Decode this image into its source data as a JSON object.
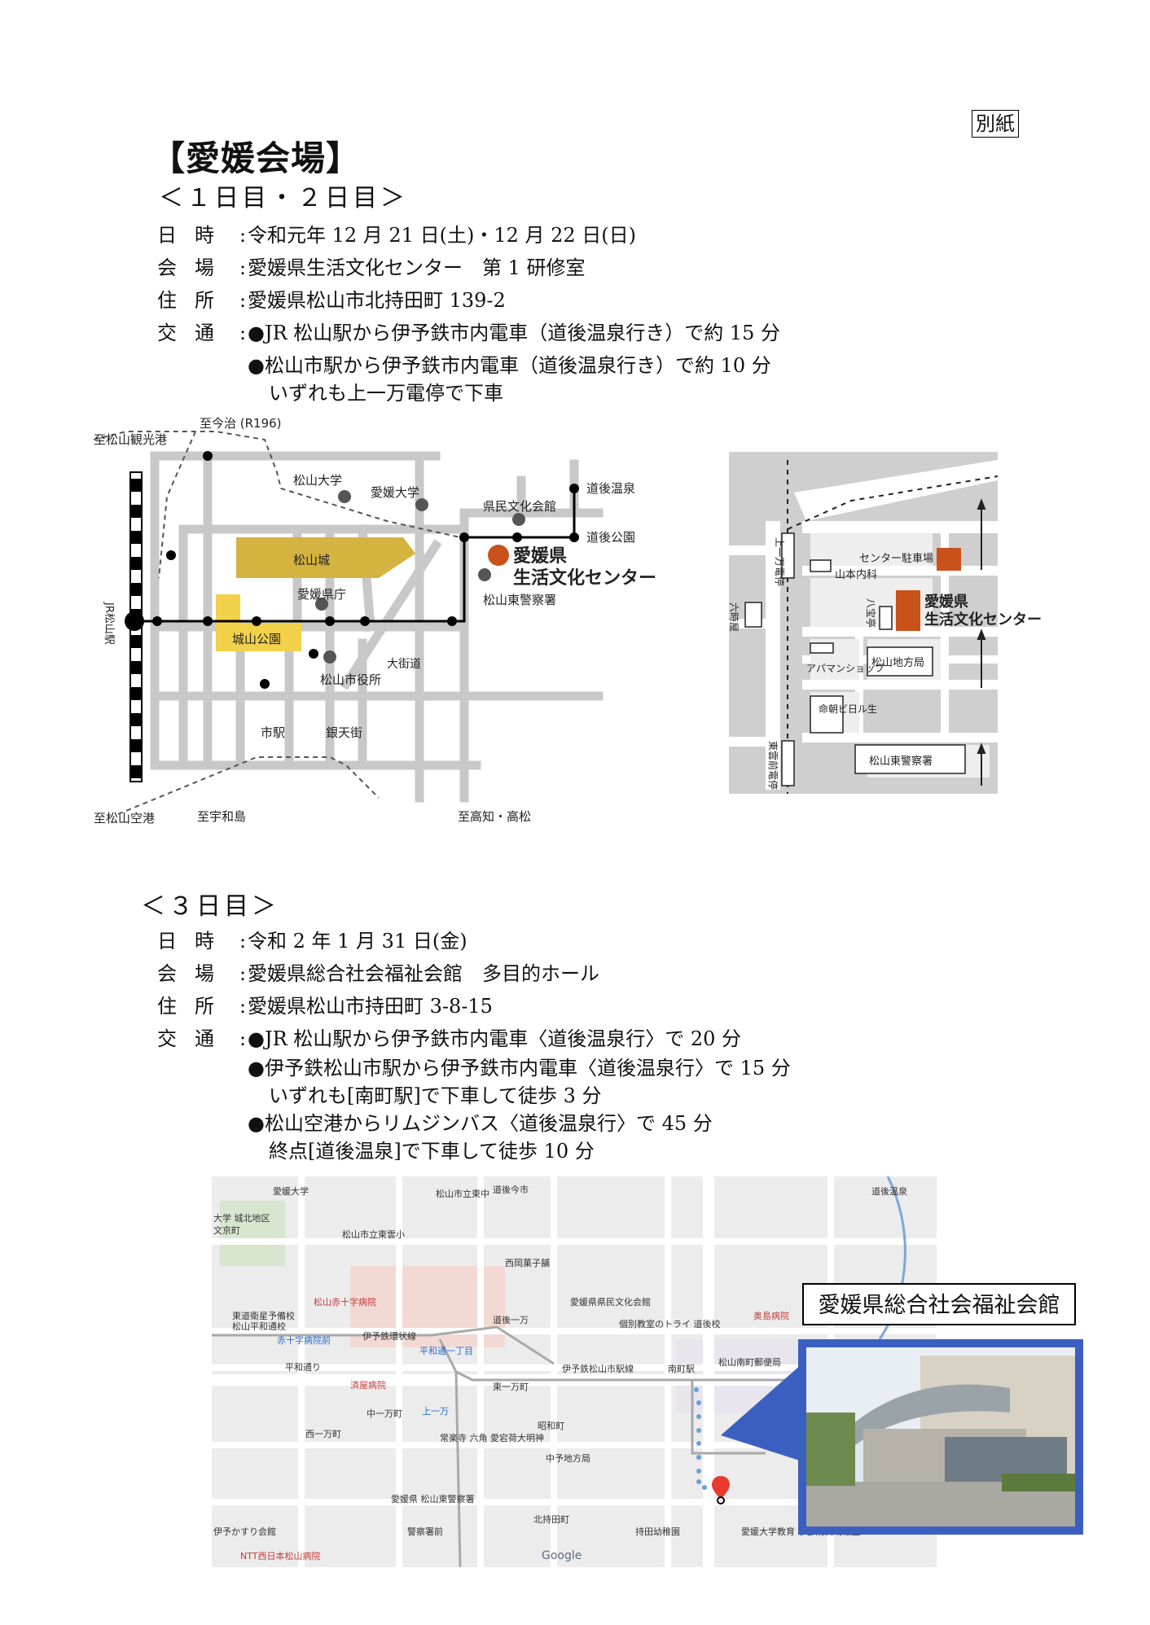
{
  "badge": "別紙",
  "venue_title": "【愛媛会場】",
  "day12": {
    "heading": "＜１日目・２日目＞",
    "rows": [
      {
        "label": "日時",
        "text": "令和元年 12 月 21 日(土)・12 月 22 日(日)"
      },
      {
        "label": "会場",
        "text": "愛媛県生活文化センター　第 1 研修室"
      },
      {
        "label": "住所",
        "text": "愛媛県松山市北持田町 139-2"
      },
      {
        "label": "交通",
        "text": "●JR 松山駅から伊予鉄市内電車（道後温泉行き）で約 15 分"
      }
    ],
    "extra_lines": [
      "●松山市駅から伊予鉄市内電車（道後温泉行き）で約 10 分",
      "いずれも上一万電停で下車"
    ]
  },
  "map1": {
    "to_kanko": "至松山観光港",
    "to_imabari": "至今治 (R196)",
    "to_airport": "至松山空港",
    "to_uwajima": "至宇和島",
    "to_kochi": "至高知・高松",
    "jr_station": "JR松山駅",
    "matsuyama_univ": "松山大学",
    "ehime_univ": "愛媛大学",
    "kenmin": "県民文化会館",
    "dogo_onsen": "道後温泉",
    "dogo_park": "道後公園",
    "castle": "松山城",
    "pref_office": "愛媛県庁",
    "castle_park": "城山公園",
    "city_hall": "松山市役所",
    "okaido": "大街道",
    "shieki": "市駅",
    "gintengai": "銀天街",
    "center_line1": "愛媛県",
    "center_line2": "生活文化センター",
    "police": "松山東警察署"
  },
  "map2": {
    "kamiichiman": "上一万電停",
    "rokujiya": "六時屋",
    "parking": "センター駐車場",
    "yamamoto": "山本内科",
    "hachihoutei": "八宝亭",
    "center_line1": "愛媛県",
    "center_line2": "生活文化センター",
    "apaman": "アパマンショップ",
    "chihoukyoku": "松山地方局",
    "meiji": "命朝ビ日ル生",
    "police": "松山東警察署",
    "higashiun": "東雲前電停"
  },
  "day3": {
    "heading": "＜３日目＞",
    "rows": [
      {
        "label": "日時",
        "text": "令和 2 年 1 月 31 日(金)"
      },
      {
        "label": "会場",
        "text": "愛媛県総合社会福祉会館　多目的ホール"
      },
      {
        "label": "住所",
        "text": "愛媛県松山市持田町 3-8-15"
      },
      {
        "label": "交通",
        "text": "●JR 松山駅から伊予鉄市内電車〈道後温泉行〉で 20 分"
      }
    ],
    "extra_lines": [
      "●伊予鉄松山市駅から伊予鉄市内電車〈道後温泉行〉で 15 分",
      "いずれも[南町駅]で下車して徒歩 3 分",
      "●松山空港からリムジンバス〈道後温泉行〉で 45 分",
      "終点[道後温泉]で下車して徒歩 10 分"
    ]
  },
  "gmap": {
    "labels": [
      {
        "t": "愛媛大学"
      },
      {
        "t": "松山市立東中"
      },
      {
        "t": "道後今市"
      },
      {
        "t": "道後温泉"
      },
      {
        "t": "大学 城北地区"
      },
      {
        "t": "文京町"
      },
      {
        "t": "松山市立東雲小"
      },
      {
        "t": "西岡菓子舗"
      },
      {
        "t": "松山赤十字病院"
      },
      {
        "t": "愛媛県県民文化会館"
      },
      {
        "t": "東道衛星予備校"
      },
      {
        "t": "松山平和通校"
      },
      {
        "t": "道後一万"
      },
      {
        "t": "個別教室のトライ 道後校"
      },
      {
        "t": "奥島病院"
      },
      {
        "t": "赤十字病院前"
      },
      {
        "t": "伊予鉄環状線"
      },
      {
        "t": "平和通一丁目"
      },
      {
        "t": "平和通り"
      },
      {
        "t": "伊予鉄松山市駅線"
      },
      {
        "t": "南町駅"
      },
      {
        "t": "松山南町郵便局"
      },
      {
        "t": "済屋病院"
      },
      {
        "t": "東一万町"
      },
      {
        "t": "中一万町"
      },
      {
        "t": "上一万"
      },
      {
        "t": "昭和町"
      },
      {
        "t": "西一万町"
      },
      {
        "t": "常楽寺 六角 愛宕荷大明神"
      },
      {
        "t": "中予地方局"
      },
      {
        "t": "愛媛県 松山東警察署"
      },
      {
        "t": "北持田町"
      },
      {
        "t": "警察署前"
      },
      {
        "t": "持田幼稚園"
      },
      {
        "t": "愛媛大学教育 学部附属幼稚園"
      },
      {
        "t": "NTT西日本松山病院"
      },
      {
        "t": "伊予かすり会館"
      },
      {
        "t": "Google"
      }
    ]
  },
  "callout": "愛媛県総合社会福祉会館",
  "colors": {
    "castle": "#d4b341",
    "center": "#c9521b",
    "road": "#c8c8c8",
    "map_bg": "#ececec",
    "callout_border": "#3b5fc0"
  }
}
